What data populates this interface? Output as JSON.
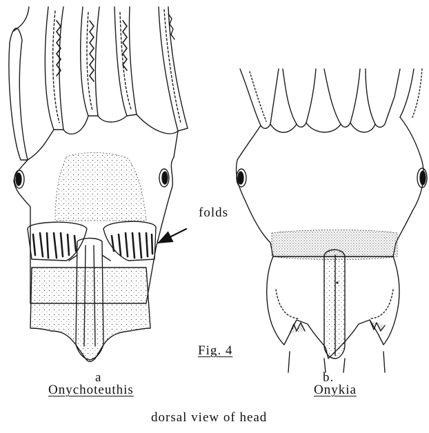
{
  "figure": {
    "panel_a": {
      "letter": "a",
      "genus": "Onychoteuthis"
    },
    "panel_b": {
      "letter": "b.",
      "genus": "Onykia"
    },
    "callout": "folds",
    "fig_label": "Fig. 4",
    "caption": "dorsal view of head",
    "ink_color": "#1a1a1a"
  }
}
